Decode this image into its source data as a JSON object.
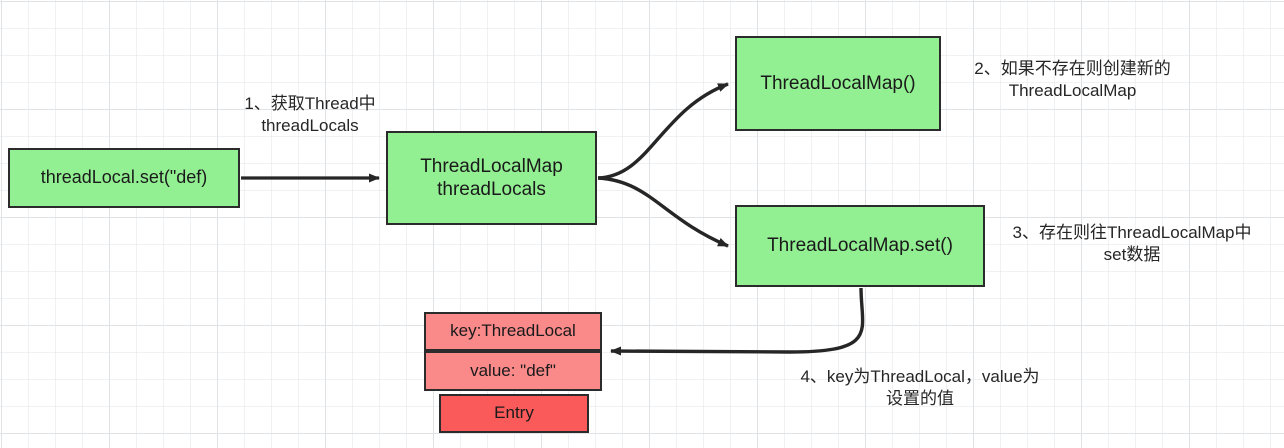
{
  "diagram": {
    "title": "ThreadLocal set flow",
    "colors": {
      "node_green": "#92ef92",
      "entry_cell_light": "#fa8a8a",
      "entry_title_strong": "#fb5a5a",
      "stroke": "#2b2b2b",
      "grid_line": "#e4e6e9",
      "background": "#ffffff"
    },
    "nodes": [
      {
        "id": "threadlocal-set",
        "text": "threadLocal.set(\"def)"
      },
      {
        "id": "threadlocalmap-threadlocals",
        "text": "ThreadLocalMap\nthreadLocals"
      },
      {
        "id": "threadlocalmap-new",
        "text": "ThreadLocalMap()"
      },
      {
        "id": "threadlocalmap-set",
        "text": "ThreadLocalMap.set()"
      }
    ],
    "entry": {
      "key_cell": "key:ThreadLocal",
      "value_cell": "value: \"def\"",
      "title_cell": "Entry"
    },
    "labels": [
      {
        "id": "step1",
        "text": "1、获取Thread中\nthreadLocals"
      },
      {
        "id": "step2",
        "text": "2、如果不存在则创建新的\nThreadLocalMap"
      },
      {
        "id": "step3",
        "text": "3、存在则往ThreadLocalMap中\nset数据"
      },
      {
        "id": "step4",
        "text": "4、key为ThreadLocal，value为\n设置的值"
      }
    ],
    "connectors": [
      {
        "id": "set-to-threadlocals",
        "kind": "straight-arrow"
      },
      {
        "id": "threadlocals-to-new-map",
        "kind": "curved-arrow"
      },
      {
        "id": "threadlocals-to-map-set",
        "kind": "curved-arrow"
      },
      {
        "id": "map-set-to-entry",
        "kind": "curved-arrow"
      }
    ]
  }
}
